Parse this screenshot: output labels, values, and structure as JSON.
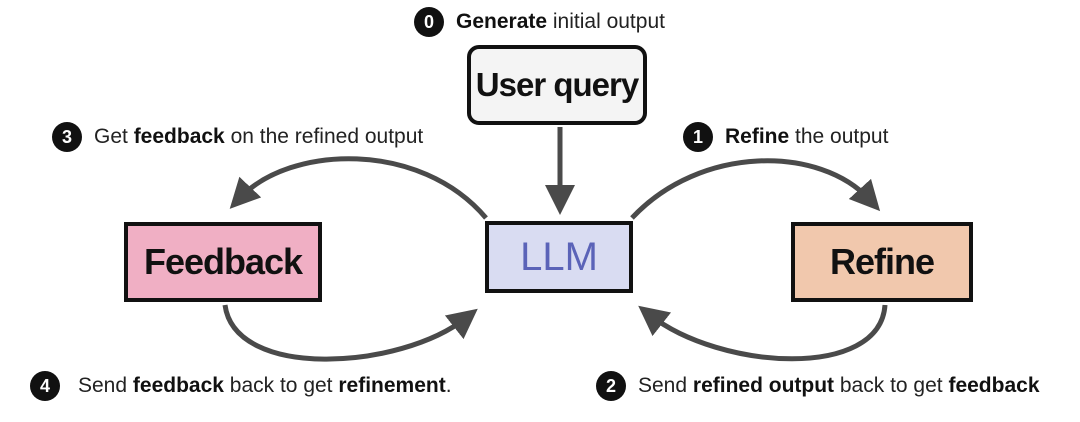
{
  "nodes": {
    "user_query": "User query",
    "llm": "LLM",
    "feedback": "Feedback",
    "refine": "Refine"
  },
  "steps": [
    {
      "num": "0",
      "bold": "Generate",
      "rest": " initial output"
    },
    {
      "num": "1",
      "bold": "Refine",
      "rest": " the output"
    },
    {
      "num": "2",
      "pre": "Send ",
      "bold": "refined output",
      "mid": " back to get ",
      "bold2": "feedback"
    },
    {
      "num": "3",
      "pre": "Get ",
      "bold": "feedback",
      "rest": " on the refined output"
    },
    {
      "num": "4",
      "pre": "Send ",
      "bold": "feedback",
      "mid": " back to get ",
      "bold2": "refinement",
      "rest": "."
    }
  ],
  "colors": {
    "llm_fill": "#d9dcf2",
    "llm_text": "#5b63b8",
    "feedback_fill": "#f0afc4",
    "refine_fill": "#f1c8ad",
    "user_query_fill": "#f4f4f4",
    "arrow": "#4a4a4a"
  }
}
